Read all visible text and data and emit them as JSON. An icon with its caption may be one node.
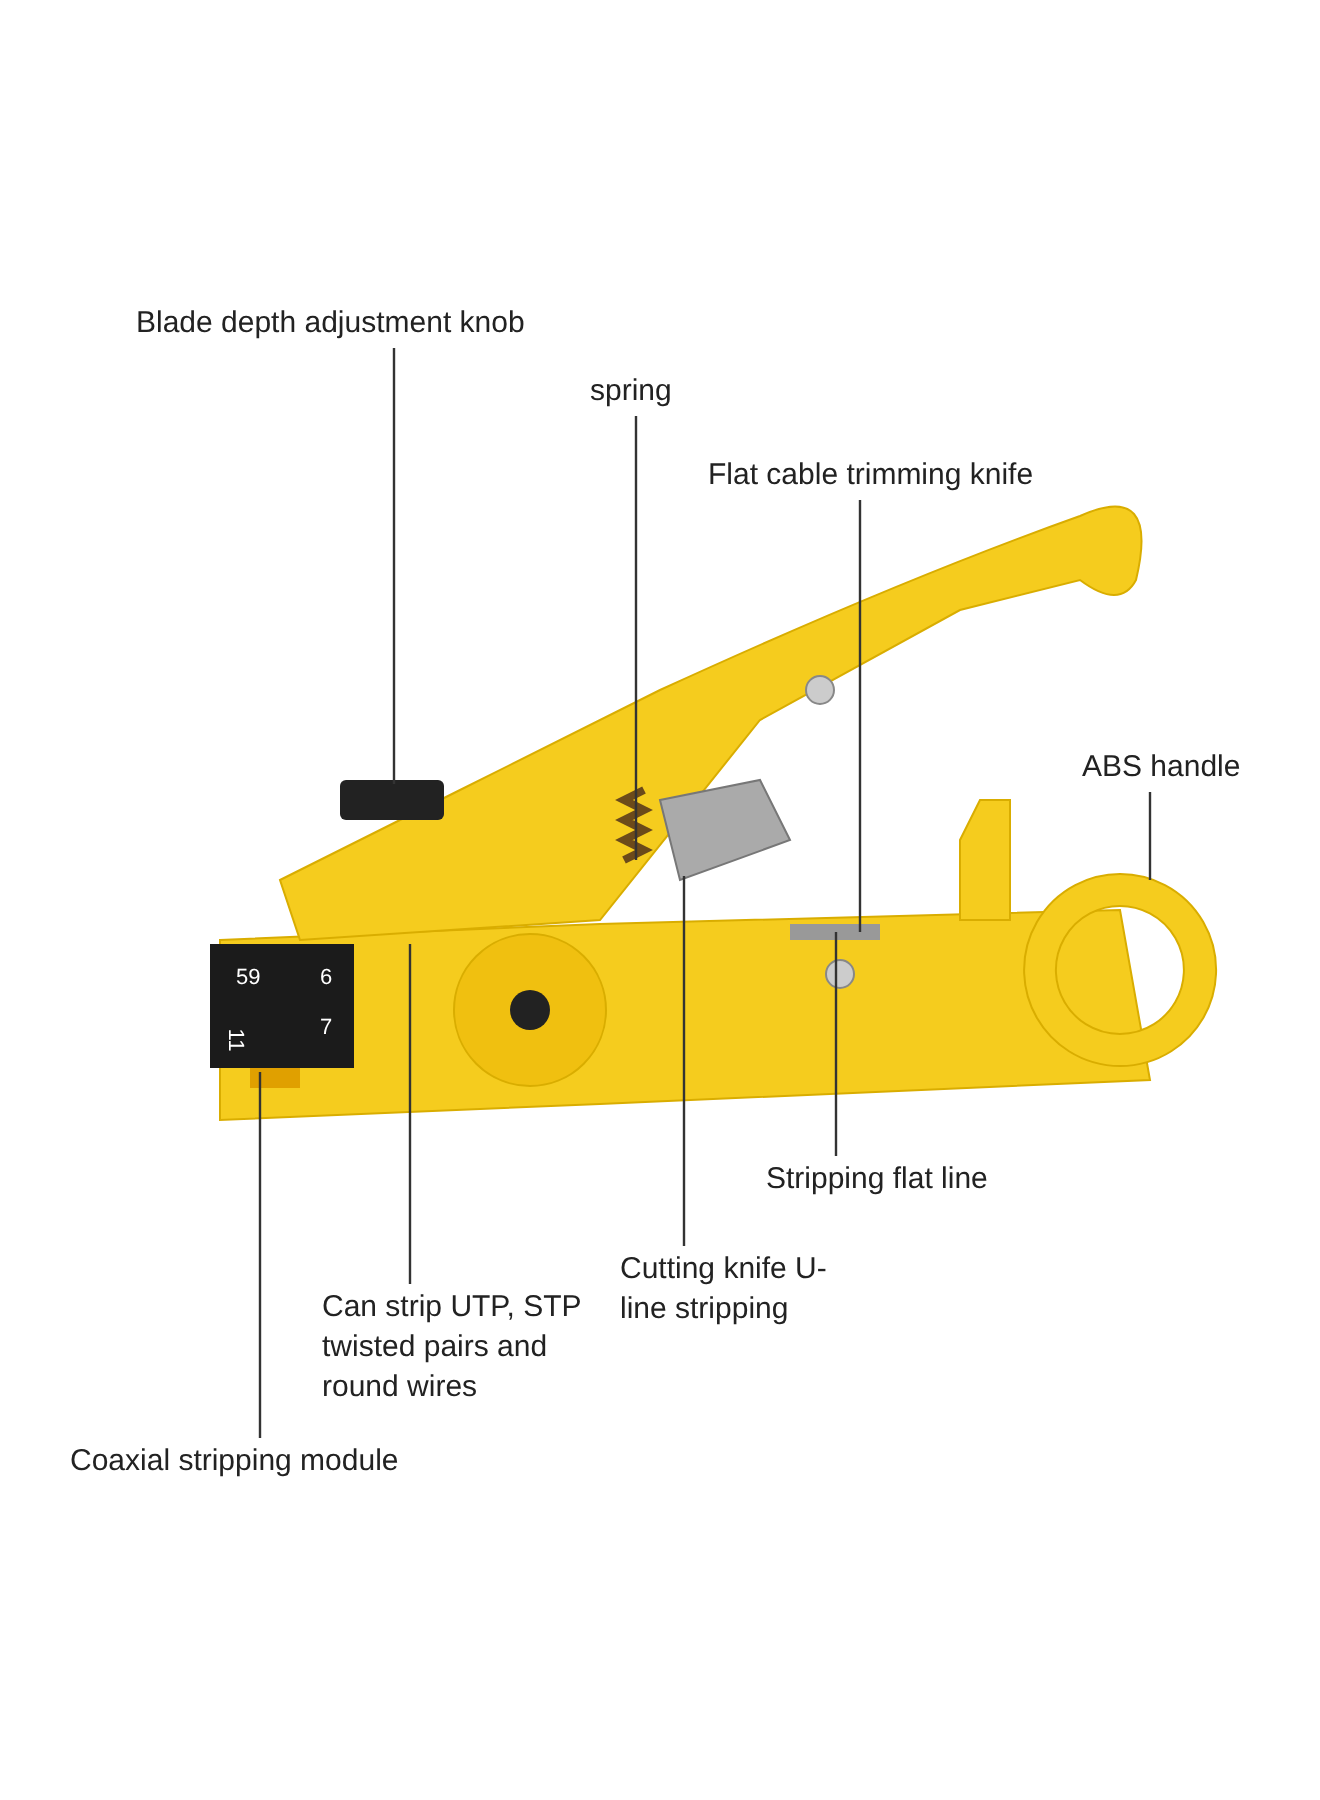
{
  "diagram": {
    "nodes": [
      {
        "text": [
          "Blade depth adjustment knob"
        ]
      },
      {
        "text": [
          "spring"
        ]
      },
      {
        "text": [
          "Flat cable trimming knife"
        ]
      },
      {
        "text": [
          "ABS handle"
        ]
      },
      {
        "text": [
          "Stripping flat line"
        ]
      },
      {
        "text": [
          "Cutting knife U-line stripping"
        ]
      },
      {
        "text": [
          "Can strip UTP, STP twisted pairs and round wires"
        ]
      },
      {
        "text": [
          "Coaxial stripping module"
        ]
      }
    ],
    "edges": [
      {
        "from": 0,
        "to": null,
        "arrow": "none"
      },
      {
        "from": 1,
        "to": null,
        "arrow": "none"
      },
      {
        "from": 2,
        "to": null,
        "arrow": "none"
      },
      {
        "from": 3,
        "to": null,
        "arrow": "none"
      },
      {
        "from": 4,
        "to": null,
        "arrow": "none"
      },
      {
        "from": 5,
        "to": null,
        "arrow": "none"
      },
      {
        "from": 6,
        "to": null,
        "arrow": "none"
      },
      {
        "from": 7,
        "to": null,
        "arrow": "none"
      }
    ],
    "labels": [
      "59",
      "6",
      "11",
      "7"
    ]
  }
}
